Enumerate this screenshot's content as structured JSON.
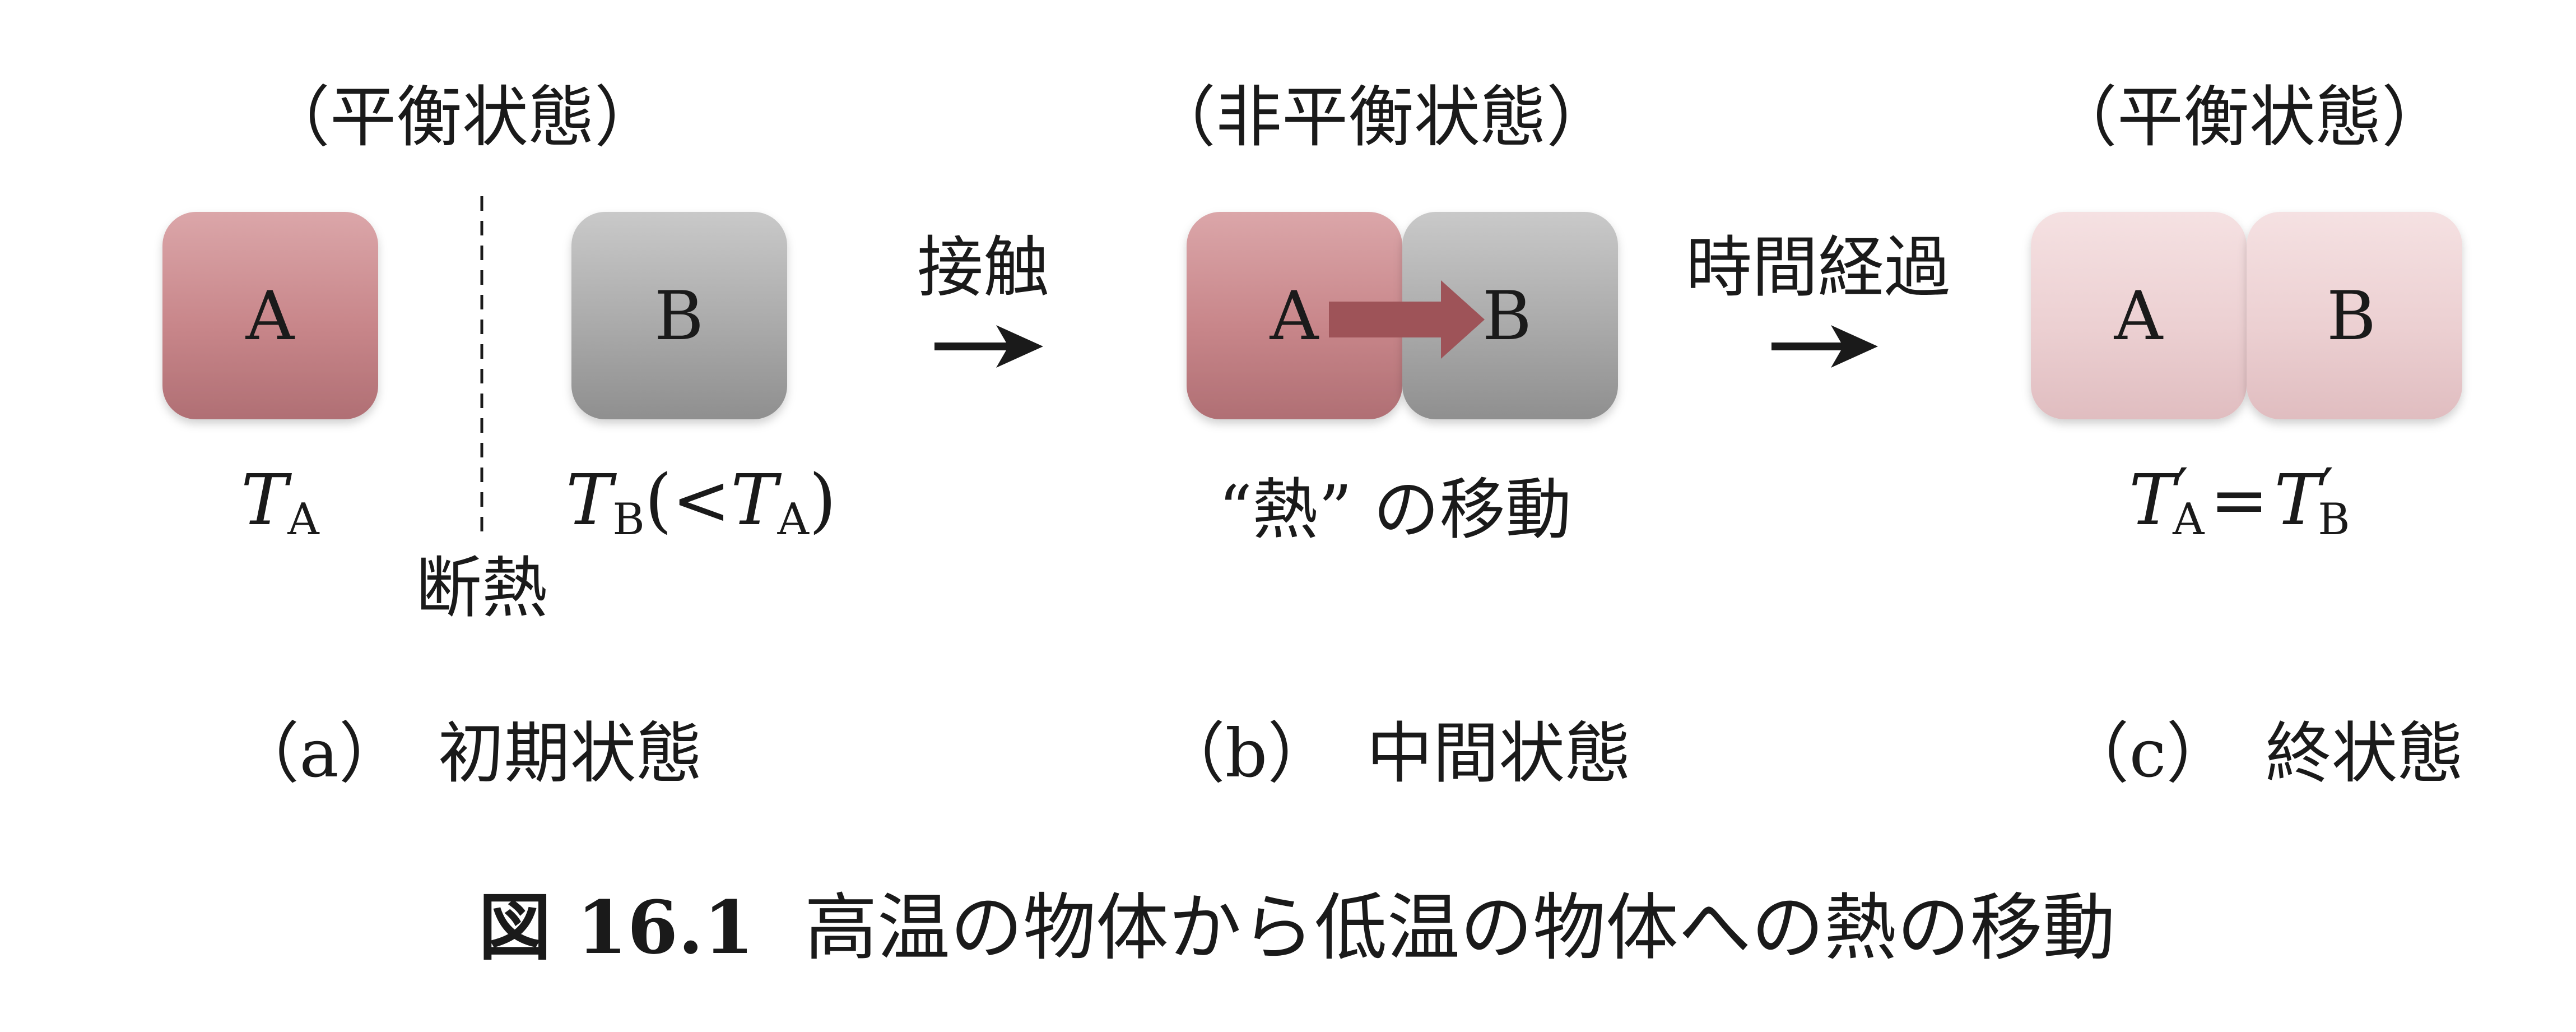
{
  "panels": [
    {
      "state": "（平衡状態）",
      "box_a": "A",
      "box_b": "B",
      "temp_a": {
        "symbol": "T",
        "sub": "A"
      },
      "temp_b": {
        "symbol": "T",
        "sub": "B",
        "paren_open": "(",
        "lt": "<",
        "ref_symbol": "T",
        "ref_sub": "A",
        "paren_close": ")"
      },
      "separator_label": "断熱",
      "caption": "（a）　初期状態"
    },
    {
      "state": "（非平衡状態）",
      "box_a": "A",
      "box_b": "B",
      "note": "“熱” の移動",
      "caption": "（b）　中間状態"
    },
    {
      "state": "（平衡状態）",
      "box_a": "A",
      "box_b": "B",
      "equation": {
        "left_symbol": "T",
        "left_prime": "′",
        "left_sub": "A",
        "equals": "=",
        "right_symbol": "T",
        "right_prime": "′",
        "right_sub": "B"
      },
      "caption": "（c）　終状態"
    }
  ],
  "transitions": [
    {
      "label": "接触"
    },
    {
      "label": "時間経過"
    }
  ],
  "figure_caption": {
    "number": "図 16.1",
    "text": "高温の物体から低温の物体への熱の移動"
  },
  "colors": {
    "hot_box": "#c8868a",
    "cold_box": "#aaaaaa",
    "equal_box": "#ecd0d2",
    "heat_arrow": "#9e5358",
    "ink": "#1a1a1a"
  }
}
